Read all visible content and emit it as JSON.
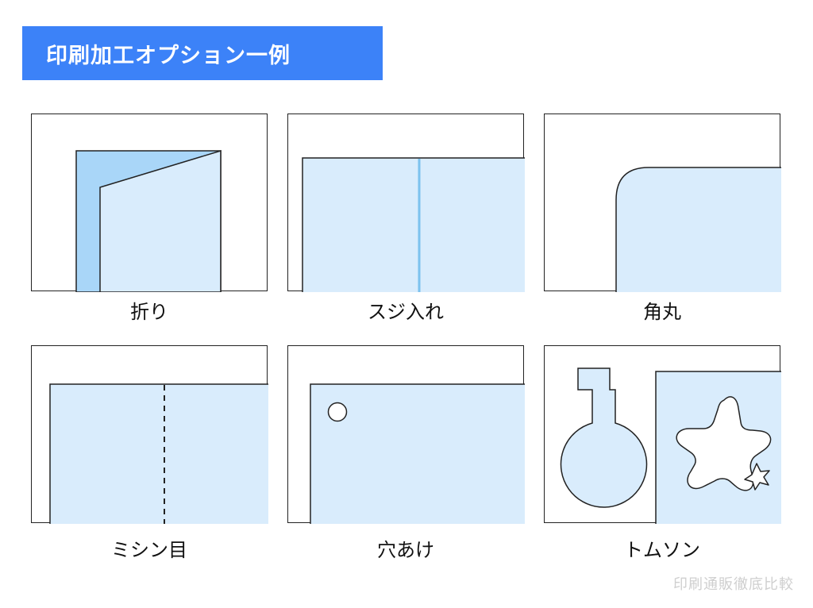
{
  "title": "印刷加工オプション一例",
  "options": [
    {
      "label": "折り"
    },
    {
      "label": "スジ入れ"
    },
    {
      "label": "角丸"
    },
    {
      "label": "ミシン目"
    },
    {
      "label": "穴あけ"
    },
    {
      "label": "トムソン"
    }
  ],
  "watermark": "印刷通販徹底比較",
  "colors": {
    "accent": "#3c82f8",
    "paper_fill": "#d9ecfc",
    "paper_fold": "#a9d6f8",
    "crease_line": "#7cc2ee",
    "outline": "#222222"
  }
}
